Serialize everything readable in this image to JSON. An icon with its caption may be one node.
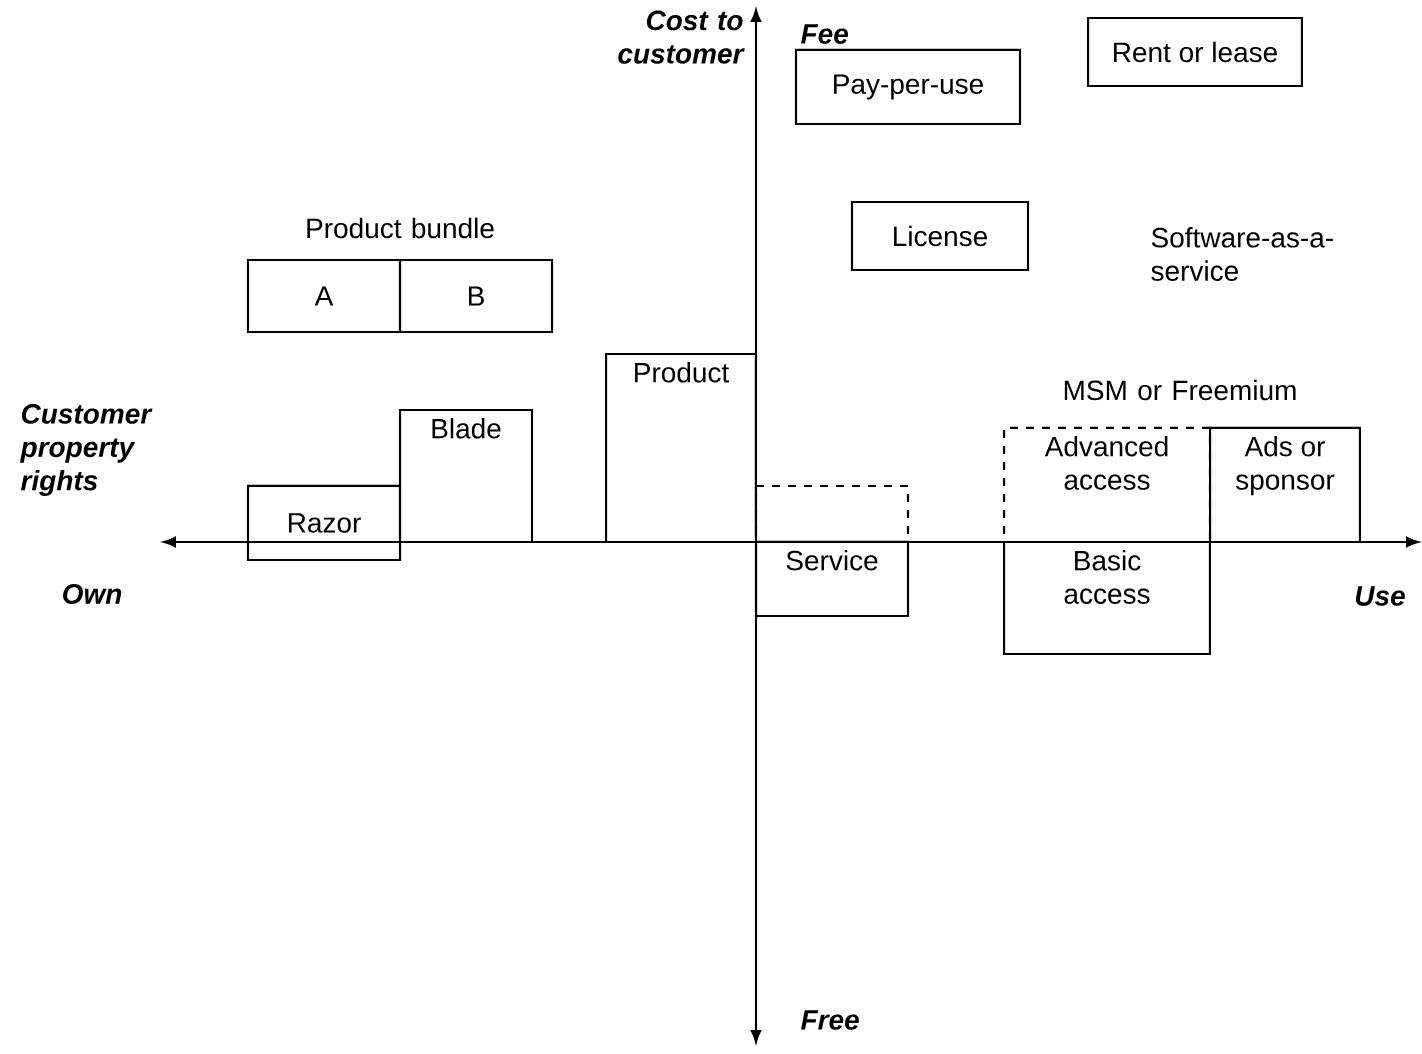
{
  "diagram": {
    "nodes": [
      {
        "text": [
          "Pay-per-use"
        ]
      },
      {
        "text": [
          "Rent or lease"
        ]
      },
      {
        "text": [
          "License"
        ]
      },
      {
        "text": [
          "A"
        ]
      },
      {
        "text": [
          "B"
        ]
      },
      {
        "text": [
          "Blade"
        ]
      },
      {
        "text": [
          "Razor"
        ]
      },
      {
        "text": [
          "Product"
        ]
      },
      {
        "text": [],
        "shape": "box"
      },
      {
        "text": [
          "Service"
        ]
      },
      {
        "text": [
          "Advanced access"
        ]
      },
      {
        "text": [
          "Ads or sponsor"
        ]
      },
      {
        "text": [
          "Basic access"
        ]
      }
    ],
    "labels": [
      "Cost to customer",
      "Fee",
      "Product bundle",
      "Software-as-a-service",
      "MSM or Freemium",
      "Customer property rights",
      "Own",
      "Use",
      "Free"
    ]
  }
}
